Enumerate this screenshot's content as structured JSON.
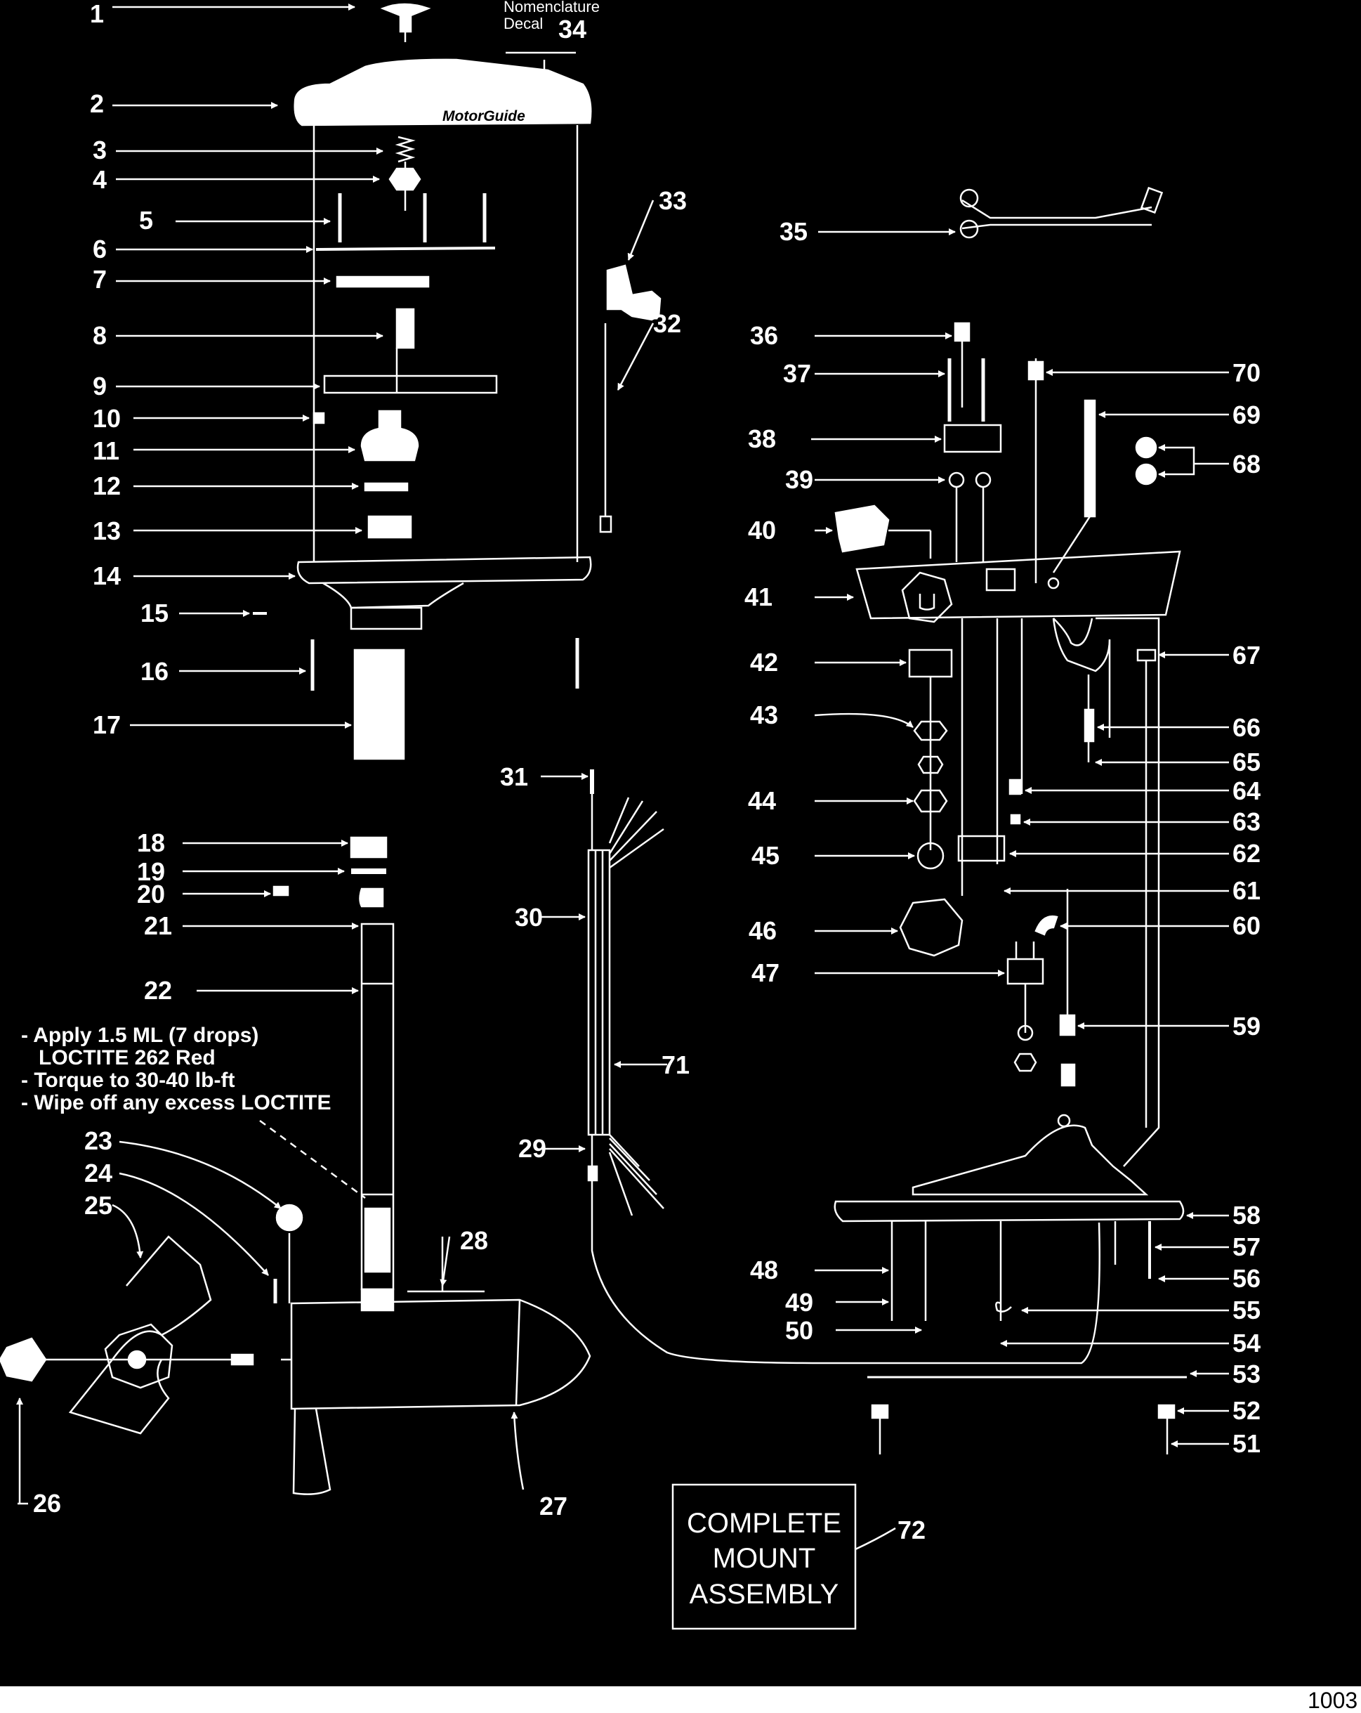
{
  "callouts": [
    "1",
    "2",
    "3",
    "4",
    "5",
    "6",
    "7",
    "8",
    "9",
    "10",
    "11",
    "12",
    "13",
    "14",
    "15",
    "16",
    "17",
    "18",
    "19",
    "20",
    "21",
    "22",
    "23",
    "24",
    "25",
    "26",
    "27",
    "28",
    "29",
    "30",
    "31",
    "32",
    "33",
    "34",
    "35",
    "36",
    "37",
    "38",
    "39",
    "40",
    "41",
    "42",
    "43",
    "44",
    "45",
    "46",
    "47",
    "48",
    "49",
    "50",
    "51",
    "52",
    "53",
    "54",
    "55",
    "56",
    "57",
    "58",
    "59",
    "60",
    "61",
    "62",
    "63",
    "64",
    "65",
    "66",
    "67",
    "68",
    "69",
    "70",
    "71",
    "72"
  ],
  "nomenclature_decal": {
    "line1": "Nomenclature",
    "line2": "Decal"
  },
  "brand_logo": "MotorGuide",
  "loctite_note": {
    "line1": "- Apply 1.5 ML (7 drops)",
    "line2": "   LOCTITE 262 Red",
    "line3": "- Torque to 30-40 lb-ft",
    "line4": "- Wipe off any excess LOCTITE"
  },
  "complete_mount_assembly": {
    "line1": "COMPLETE",
    "line2": "MOUNT",
    "line3": "ASSEMBLY"
  },
  "page_number": "1003",
  "colors": {
    "background": "#000000",
    "lines": "#ffffff",
    "page_margin": "#ffffff"
  }
}
